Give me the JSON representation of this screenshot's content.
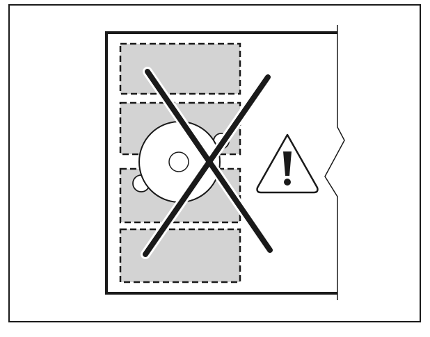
{
  "figure": {
    "subject": "incorrect-placement-warning",
    "colors": {
      "ink": "#1a1a1a",
      "zone_fill": "#d3d3d3",
      "background": "#ffffff"
    },
    "elements": {
      "placement_zones": 4,
      "prohibited_mark": "x-mark",
      "warning_symbol": "warning-triangle-icon"
    }
  }
}
